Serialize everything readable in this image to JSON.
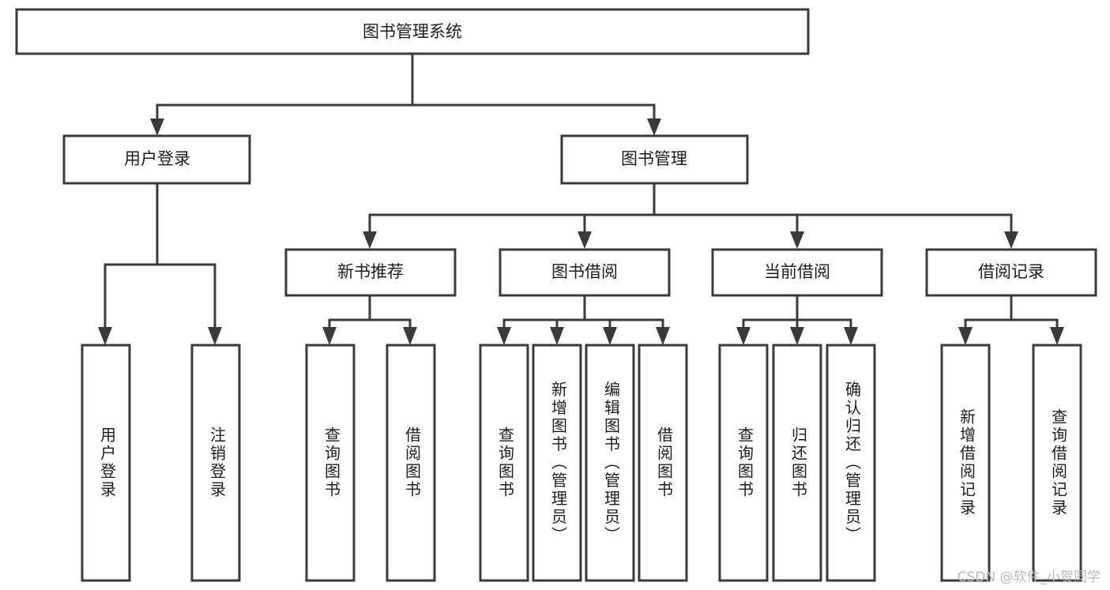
{
  "diagram": {
    "type": "tree-hierarchy",
    "title": "图书管理系统",
    "watermark": "CSDN @软件_小贺同学",
    "colors": {
      "stroke": "#3a3a3a",
      "fill": "#ffffff",
      "text": "#1d1d1d",
      "watermark": "#b9b9b9",
      "background": "#ffffff"
    },
    "levels": {
      "root": {
        "label": "图书管理系统"
      },
      "level2": [
        {
          "label": "用户登录"
        },
        {
          "label": "图书管理"
        }
      ],
      "level3": [
        {
          "label": "新书推荐"
        },
        {
          "label": "图书借阅"
        },
        {
          "label": "当前借阅"
        },
        {
          "label": "借阅记录"
        }
      ],
      "leaves": {
        "user_login": [
          {
            "label": "用户登录"
          },
          {
            "label": "注销登录"
          }
        ],
        "new_book_recommend": [
          {
            "label": "查询图书"
          },
          {
            "label": "借阅图书"
          }
        ],
        "book_borrow": [
          {
            "label": "查询图书"
          },
          {
            "label": "新增图书（管理员）"
          },
          {
            "label": "编辑图书（管理员）"
          },
          {
            "label": "借阅图书"
          }
        ],
        "current_borrow": [
          {
            "label": "查询图书"
          },
          {
            "label": "归还图书"
          },
          {
            "label": "确认归还（管理员）"
          }
        ],
        "borrow_record": [
          {
            "label": "新增借阅记录"
          },
          {
            "label": "查询借阅记录"
          }
        ]
      }
    }
  }
}
